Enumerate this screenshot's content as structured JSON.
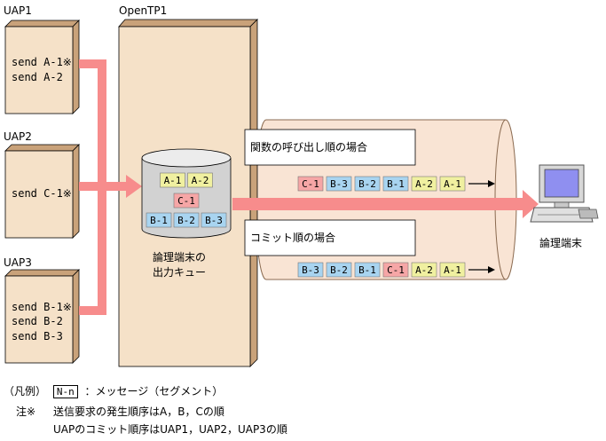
{
  "colors": {
    "box_face": "#f5e1c8",
    "box_side": "#c9a27a",
    "arrow": "#f78c8c",
    "pipe": "#f9e4d4",
    "msg_yellow": "#f0f0a0",
    "msg_pink": "#f6a6a6",
    "msg_blue": "#a8d4f0",
    "queue_body": "#d2d2d2"
  },
  "uaps": [
    {
      "title": "UAP1",
      "lines": [
        "send A-1※",
        "send A-2"
      ]
    },
    {
      "title": "UAP2",
      "lines": [
        "send C-1※"
      ]
    },
    {
      "title": "UAP3",
      "lines": [
        "send B-1※",
        "send B-2",
        "send B-3"
      ]
    }
  ],
  "server": {
    "title": "OpenTP1",
    "queue_label": [
      "論理端末の",
      "出力キュー"
    ],
    "queue_rows": [
      [
        {
          "text": "A-1",
          "color": "yellow"
        },
        {
          "text": "A-2",
          "color": "yellow"
        }
      ],
      [
        {
          "text": "C-1",
          "color": "pink"
        }
      ],
      [
        {
          "text": "B-1",
          "color": "blue"
        },
        {
          "text": "B-2",
          "color": "blue"
        },
        {
          "text": "B-3",
          "color": "blue"
        }
      ]
    ]
  },
  "pipe": {
    "case1_title": "関数の呼び出し順の場合",
    "case1_msgs": [
      {
        "text": "C-1",
        "color": "pink"
      },
      {
        "text": "B-3",
        "color": "blue"
      },
      {
        "text": "B-2",
        "color": "blue"
      },
      {
        "text": "B-1",
        "color": "blue"
      },
      {
        "text": "A-2",
        "color": "yellow"
      },
      {
        "text": "A-1",
        "color": "yellow"
      }
    ],
    "case2_title": "コミット順の場合",
    "case2_msgs": [
      {
        "text": "B-3",
        "color": "blue"
      },
      {
        "text": "B-2",
        "color": "blue"
      },
      {
        "text": "B-1",
        "color": "blue"
      },
      {
        "text": "C-1",
        "color": "pink"
      },
      {
        "text": "A-2",
        "color": "yellow"
      },
      {
        "text": "A-1",
        "color": "yellow"
      }
    ]
  },
  "terminal": {
    "label": "論理端末"
  },
  "legend": {
    "title": "（凡例）",
    "box_text": "N-n",
    "box_desc": "：メッセージ（セグメント）",
    "note_label": "注※",
    "note_line1": "送信要求の発生順序はA，B，Cの順",
    "note_line2": "UAPのコミット順序はUAP1，UAP2，UAP3の順"
  }
}
